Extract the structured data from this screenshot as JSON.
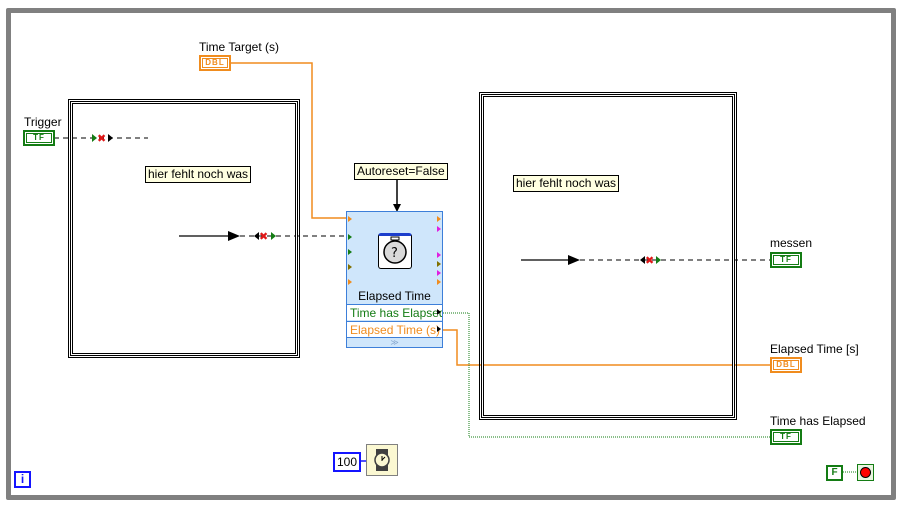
{
  "diagram": {
    "type": "LabVIEW block diagram",
    "while_loop": {
      "iteration_terminal": "i",
      "stop_condition_constant": "F"
    },
    "controls": {
      "time_target": {
        "label": "Time Target (s)",
        "type": "DBL"
      },
      "trigger": {
        "label": "Trigger",
        "type": "TF"
      }
    },
    "indicators": {
      "messen": {
        "label": "messen",
        "type": "TF"
      },
      "elapsed_time": {
        "label": "Elapsed Time [s]",
        "type": "DBL"
      },
      "time_has_elapsed": {
        "label": "Time has Elapsed",
        "type": "TF"
      }
    },
    "comments": {
      "left_frame": "hier fehlt noch was",
      "right_frame": "hier fehlt noch was",
      "autoreset": "Autoreset=False"
    },
    "express_vi": {
      "title": "Elapsed Time",
      "outputs": [
        "Time has Elapsed",
        "Elapsed Time (s)"
      ],
      "expand_glyph": "≫",
      "icon": "stopwatch-icon"
    },
    "wait_ms": {
      "constant": "100",
      "icon": "wait-ms-icon"
    },
    "colors": {
      "loop_border": "#808080",
      "boolean_wire": "#147c14",
      "dbl_wire": "#f08c1e",
      "int_wire": "#1414ff",
      "express_bg": "#cfe6fb",
      "comment_bg": "#ffffe1"
    }
  }
}
